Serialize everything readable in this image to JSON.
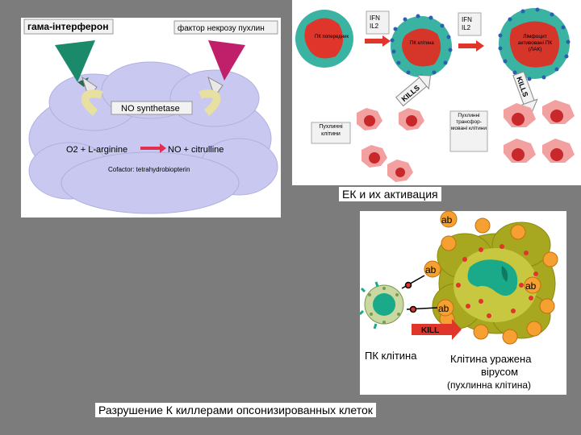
{
  "panel_no": {
    "label_left": "гама-інтерферон",
    "label_right": "фактор некрозу пухлин",
    "enzyme": "NO synthetase",
    "reaction_left": "O2 + L-arginine",
    "reaction_right": "NO + citrulline",
    "cofactor": "Cofactor: tetrahydrobiopterin",
    "colors": {
      "cloud": "#c8c8f0",
      "arrow_green": "#1a8a6a",
      "arrow_magenta": "#c0206a",
      "reaction_arrow": "#e03050"
    }
  },
  "panel_nk": {
    "cell_nk_label": "ПК попередник",
    "ifn_il2_1": "IFN\nIL2",
    "cell_nk2_label": "ПК клітина",
    "ifn_il2_2": "IFN\nIL2",
    "lak_label": "Лімфоцит активовані ПК (ЛАК)",
    "kills_1": "KILLS",
    "kills_2": "KILLS",
    "tumor_label": "Пухлинні клітини",
    "transformed_label": "Пухлинні трансфор-мовані клітини"
  },
  "caption_ek": "ЕК  и их активация",
  "panel_adcc": {
    "ab_labels": [
      "ab",
      "ab",
      "ab",
      "ab"
    ],
    "kill": "KILL",
    "nk_cell": "ПК клітина",
    "infected_line1": "Клітина уражена",
    "infected_line2": "вірусом",
    "infected_line3": "(пухлинна клітина)"
  },
  "caption_bottom": "Разрушение К киллерами опсонизированных клеток"
}
